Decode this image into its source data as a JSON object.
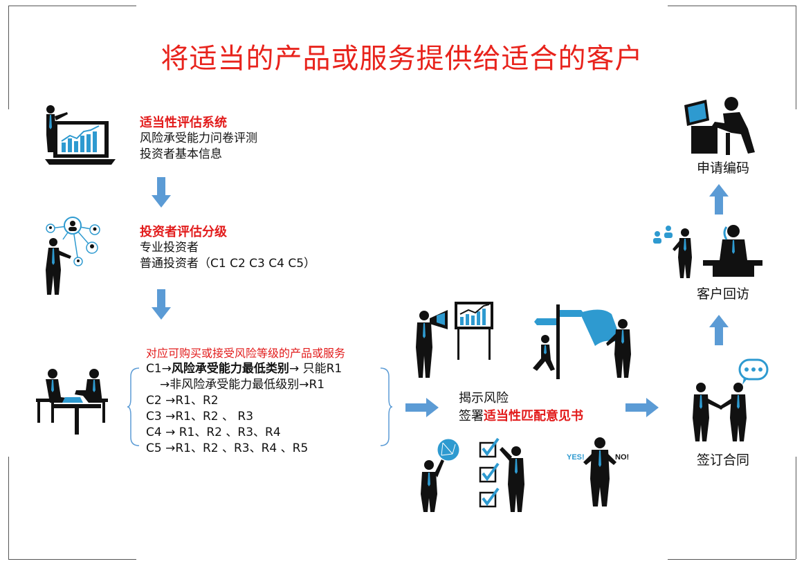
{
  "title": "将适当的产品或服务提供给适合的客户",
  "step1": {
    "heading": "适当性评估系统",
    "line1": "风险承受能力问卷评测",
    "line2": "投资者基本信息"
  },
  "step2": {
    "heading": "投资者评估分级",
    "line1": "专业投资者",
    "line2": "普通投资者（C1 C2 C3 C4 C5）"
  },
  "step3": {
    "heading": "对应可购买或接受风险等级的产品或服务",
    "c1_prefix": "C1→",
    "c1_bold": "风险承受能力最低类别",
    "c1_suffix": "→ 只能R1",
    "c1_sub": "→非风险承受能力最低级别→R1",
    "c2": "C2 →R1、R2",
    "c3": "C3 →R1、R2 、 R3",
    "c4": "C4 → R1、R2 、R3、R4",
    "c5": "C5 →R1、R2 、R3、R4 、R5"
  },
  "step4": {
    "line1": "揭示风险",
    "line2_prefix": "签署",
    "line2_red": "适当性匹配意见书"
  },
  "step5": {
    "label": "签订合同"
  },
  "step6": {
    "label": "客户回访"
  },
  "step7": {
    "label": "申请编码"
  },
  "icons": {
    "yes_label": "YES!",
    "no_label": "NO!"
  },
  "colors": {
    "title": "#e8231c",
    "accent_red": "#e21b1b",
    "arrow": "#5b9bd5",
    "icon_blue": "#2e9ad0",
    "figure": "#111111"
  }
}
